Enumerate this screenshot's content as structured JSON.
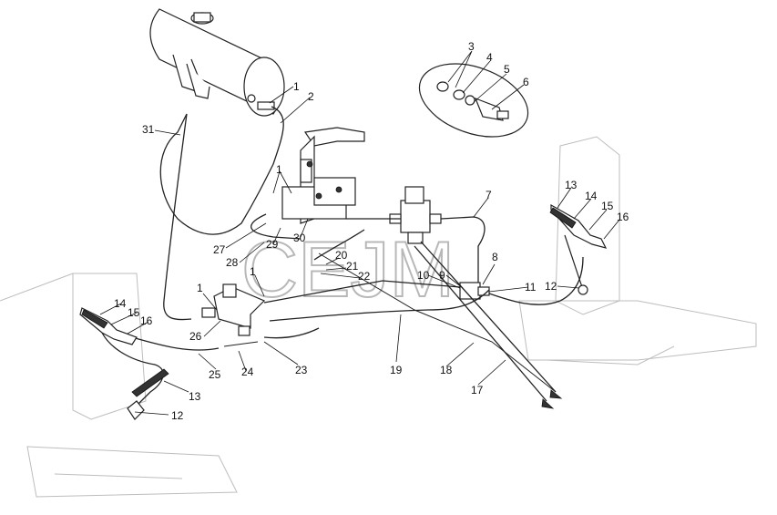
{
  "diagram": {
    "watermark": "CEJM",
    "colors": {
      "line": "#222222",
      "background_parts": "#bdbdbd",
      "watermark": "#b8b8b8"
    },
    "callouts": {
      "c1_tank": "1",
      "c2": "2",
      "c31": "31",
      "c3": "3",
      "c4": "4",
      "c5": "5",
      "c6": "6",
      "c1_valve": "1",
      "c7": "7",
      "c8": "8",
      "c9": "9",
      "c10": "10",
      "c11": "11",
      "c12_right": "12",
      "c13_right": "13",
      "c14_right": "14",
      "c15_right": "15",
      "c16_right": "16",
      "c20": "20",
      "c21": "21",
      "c22": "22",
      "c27": "27",
      "c28": "28",
      "c29": "29",
      "c30": "30",
      "c1_block": "1",
      "c1_mid": "1",
      "c14_left": "14",
      "c15_left": "15",
      "c16_left": "16",
      "c26": "26",
      "c25": "25",
      "c24": "24",
      "c23": "23",
      "c13_left": "13",
      "c12_left": "12",
      "c19": "19",
      "c18": "18",
      "c17": "17"
    }
  }
}
